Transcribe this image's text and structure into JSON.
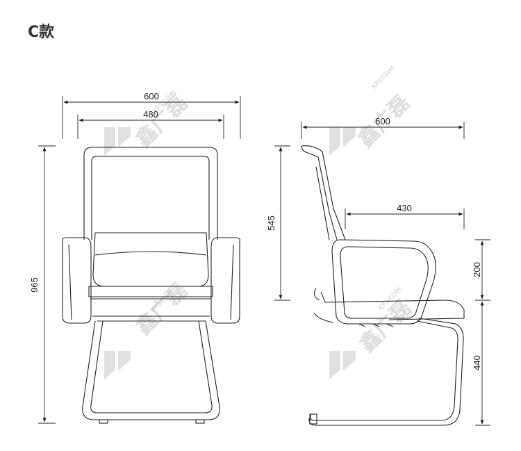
{
  "title": "C款",
  "watermark": {
    "brand": "鑫广磊",
    "site": "XFSCOM"
  },
  "front_view": {
    "overall_width": "600",
    "seat_width": "480",
    "overall_height": "965"
  },
  "side_view": {
    "overall_depth": "600",
    "seat_depth": "430",
    "back_height": "545",
    "arm_height": "200",
    "seat_height": "440"
  },
  "colors": {
    "line": "#222222",
    "watermark": "#bdbdbd"
  }
}
